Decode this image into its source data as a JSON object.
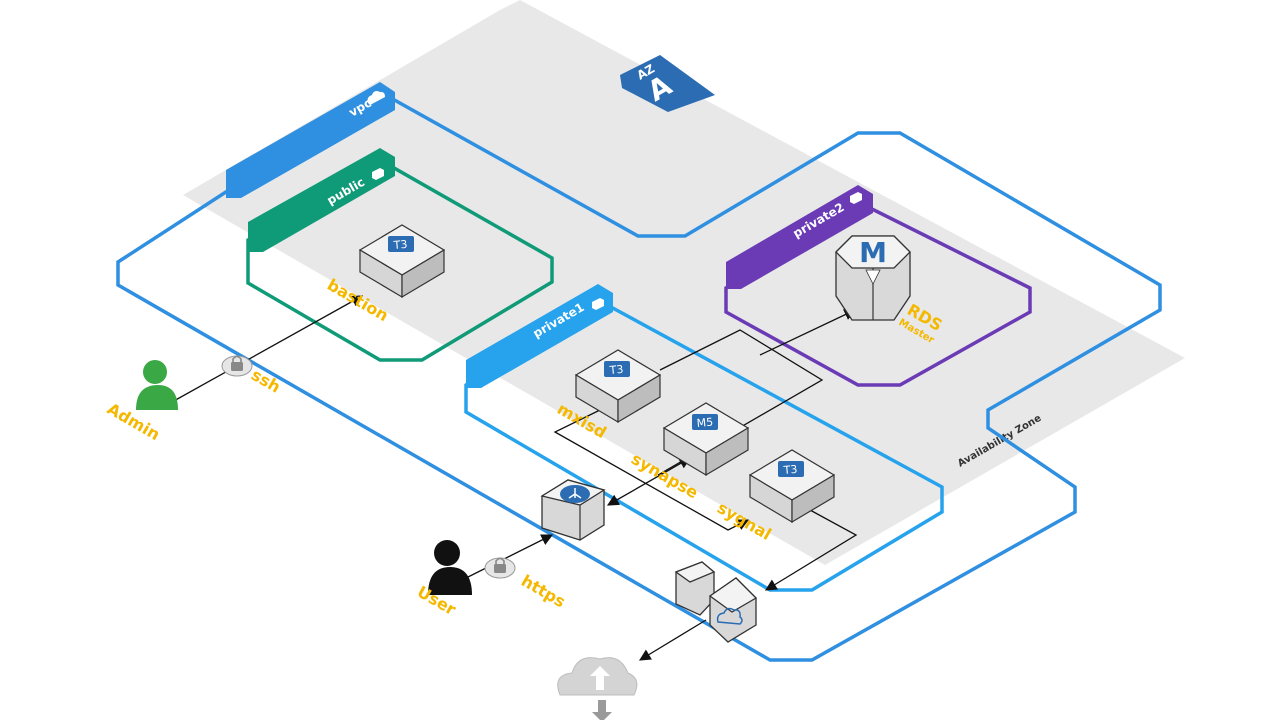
{
  "zone": {
    "az_badge": "A",
    "az_badge_small": "AZ",
    "label": "Availability Zone"
  },
  "vpc": {
    "tag": "vpc"
  },
  "subnets": {
    "public": "public",
    "private1": "private1",
    "private2": "private2"
  },
  "instances": {
    "bastion": {
      "label": "bastion",
      "type": "T3"
    },
    "mxisd": {
      "label": "mxisd",
      "type": "T3"
    },
    "synapse": {
      "label": "synapse",
      "type": "M5"
    },
    "sygnal": {
      "label": "sygnal",
      "type": "T3"
    }
  },
  "rds": {
    "label": "RDS",
    "sub": "Master",
    "glyph": "M"
  },
  "actors": {
    "admin": "Admin",
    "user": "User"
  },
  "protocols": {
    "ssh": "ssh",
    "https": "https"
  },
  "colors": {
    "vpc": "#2f8fe0",
    "public": "#0f9a78",
    "private1": "#26a3ec",
    "private2": "#6b3bb5",
    "label": "#f5b800",
    "zone": "#e8e8e8"
  }
}
